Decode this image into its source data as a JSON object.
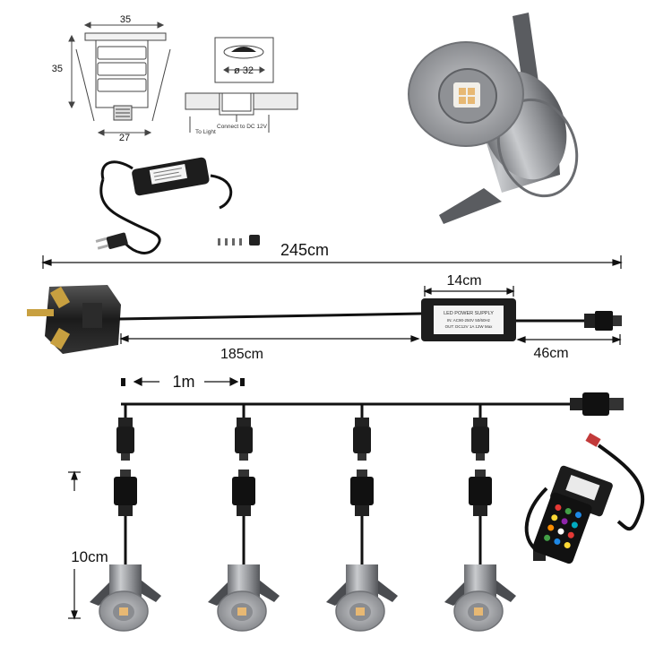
{
  "drawing": {
    "width_top": "35",
    "height": "35",
    "width_bottom": "27",
    "hole_diameter": "ø 32",
    "connect_label": "Connect to DC 12V",
    "to_light_label": "To Light"
  },
  "measurements": {
    "total_length": "245cm",
    "psu_length": "14cm",
    "plug_cable": "185cm",
    "output_cable": "46cm",
    "light_spacing": "1m",
    "drop_cable": "10cm"
  },
  "psu_label": {
    "line1": "LED POWER SUPPLY",
    "line2": "IN: AC90-250V 50/60Hz",
    "line3": "OUT: DC12V 1A 12W Max"
  },
  "colors": {
    "cable": "#1a1a1a",
    "light_body": "#9a9ca0",
    "led": "#e7b873",
    "remote_keys": [
      "#e53935",
      "#43a047",
      "#1e88e5",
      "#fdd835",
      "#8e24aa",
      "#00acc1",
      "#fb8c00",
      "#ffffff"
    ]
  },
  "icons": [
    "dimension-arrow-icon",
    "uk-plug-icon",
    "power-supply-icon",
    "waterproof-connector-icon",
    "led-spotlight-icon",
    "rgb-controller-icon",
    "ir-remote-icon",
    "screw-icon"
  ]
}
